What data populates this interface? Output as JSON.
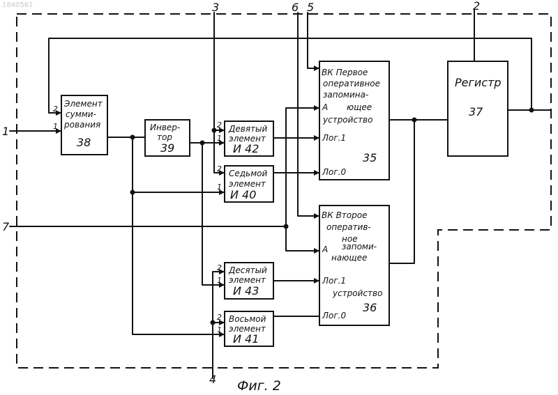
{
  "watermark": "1840561",
  "caption": "Фиг. 2",
  "terminals": [
    "1",
    "2",
    "3",
    "4",
    "5",
    "6",
    "7"
  ],
  "blocks": {
    "sum": {
      "lines": [
        "Элемент",
        "сумми-",
        "рования"
      ],
      "num": "38"
    },
    "inv": {
      "lines": [
        "Инвер-",
        "тор"
      ],
      "num": "39"
    },
    "and42": {
      "lines": [
        "Девятый",
        "элемент"
      ],
      "num": "И  42"
    },
    "and40": {
      "lines": [
        "Седьмой",
        "элемент"
      ],
      "num": "И  40"
    },
    "and43": {
      "lines": [
        "Десятый",
        "элемент"
      ],
      "num": "И  43"
    },
    "and41": {
      "lines": [
        "Восьмой",
        "элемент"
      ],
      "num": "И  41"
    },
    "mem1": {
      "lines": [
        "ВК  Первое",
        "оперативное",
        "запомина-",
        "ющее",
        "устройство"
      ],
      "num": "35"
    },
    "mem2": {
      "lines": [
        "ВК  Второе",
        "оператив-",
        "ное",
        "запоми-",
        "нающее",
        "устройство"
      ],
      "num": "36"
    },
    "reg": {
      "lines": [
        "Регистр"
      ],
      "num": "37"
    }
  },
  "port_labels": {
    "a": "А",
    "log1": "Лог.1",
    "log0": "Лог.0",
    "in1": "1",
    "in2": "2"
  }
}
